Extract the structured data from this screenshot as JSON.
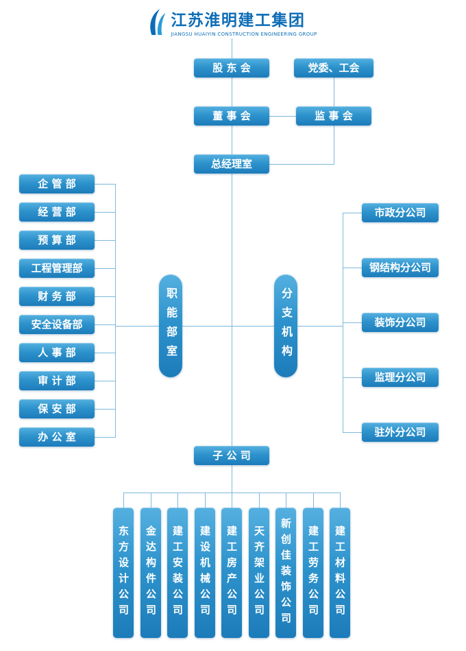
{
  "header": {
    "logo_title": "江苏淮明建工集团",
    "logo_subtitle": "JIANGSU HUAIYIN CONSTRUCTION ENGINEERING GROUP"
  },
  "governance": {
    "shareholders": "股 东 会",
    "party_union": "党委、工会",
    "board": "董 事 会",
    "supervisors": "监 事 会",
    "gm_office": "总经理室"
  },
  "functional": {
    "group_label": "职能部室",
    "departments": [
      "企 管 部",
      "经 营 部",
      "预 算 部",
      "工程管理部",
      "财 务 部",
      "安全设备部",
      "人 事 部",
      "审 计 部",
      "保 安 部",
      "办 公 室"
    ]
  },
  "branch": {
    "group_label": "分支机构",
    "companies": [
      "市政分公司",
      "钢结构分公司",
      "装饰分公司",
      "监理分公司",
      "驻外分公司"
    ]
  },
  "subsidiary": {
    "group_label": "子 公 司",
    "companies": [
      "东方设计公司",
      "金达构件公司",
      "建工安装公司",
      "建设机械公司",
      "建工房产公司",
      "天齐架业公司",
      "新创佳装饰公司",
      "建工劳务公司",
      "建工材料公司"
    ]
  },
  "colors": {
    "title_blue": "#0d6db6",
    "box_top": "#55b0e0",
    "box_mid": "#2e93cc",
    "box_bottom": "#1c7cba",
    "line": "#7db9dc"
  }
}
